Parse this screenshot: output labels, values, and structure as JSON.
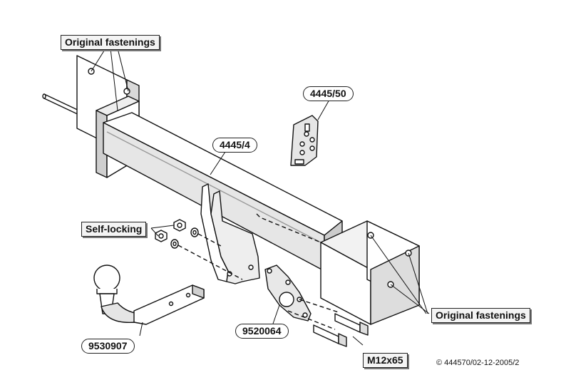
{
  "labels": {
    "fastenings_top": "Original fastenings",
    "fastenings_right": "Original fastenings",
    "self_locking": "Self-locking",
    "bolt_size": "M12x65"
  },
  "part_numbers": {
    "crossbar": "4445/4",
    "bracket_kit": "4445/50",
    "ball_neck": "9530907",
    "socket_plate": "9520064"
  },
  "copyright": "© 444570/02-12-2005/2"
}
